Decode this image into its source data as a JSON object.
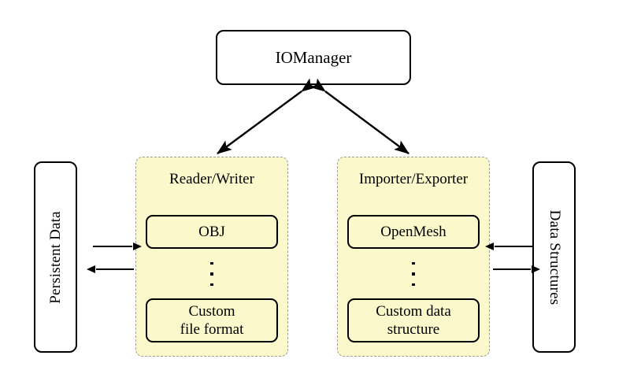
{
  "diagram": {
    "title_node": {
      "label": "IOManager"
    },
    "side_nodes": [
      {
        "name": "persistent-data",
        "label": "Persistent Data",
        "orientation": "vertical-up"
      },
      {
        "name": "data-structures",
        "label": "Data Structures",
        "orientation": "vertical-down"
      }
    ],
    "panels": [
      {
        "name": "reader-writer",
        "title": "Reader/Writer",
        "first_item": "OBJ",
        "ellipsis": "⋮",
        "last_item_line1": "Custom",
        "last_item_line2": "file format"
      },
      {
        "name": "importer-exporter",
        "title": "Importer/Exporter",
        "first_item": "OpenMesh",
        "ellipsis": "⋮",
        "last_item_line1": "Custom data",
        "last_item_line2": "structure"
      }
    ],
    "connections": [
      {
        "name": "persistent-to-reader",
        "direction": "right"
      },
      {
        "name": "reader-to-persistent",
        "direction": "left"
      },
      {
        "name": "structures-to-exporter",
        "direction": "left"
      },
      {
        "name": "exporter-to-structures",
        "direction": "right"
      },
      {
        "name": "iomanager-reader-writer",
        "direction": "bidirectional"
      },
      {
        "name": "iomanager-importer-exporter",
        "direction": "bidirectional"
      }
    ],
    "colors": {
      "panel_fill": "#fbf8cc",
      "panel_border": "#9c9c9c",
      "node_border": "#000000",
      "background": "#ffffff"
    }
  }
}
